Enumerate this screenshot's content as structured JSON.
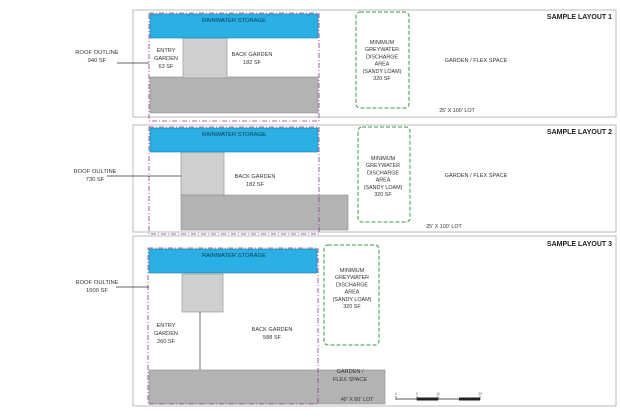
{
  "layouts": [
    {
      "heading": "SAMPLE LAYOUT 1",
      "lot": "25' X 100' LOT",
      "rainwater": "RAINWATER STORAGE",
      "roof": [
        "ROOF OUTLINE",
        "940 SF"
      ],
      "entry": [
        "ENTRY",
        "GARDEN",
        "63 SF"
      ],
      "back": [
        "BACK GARDEN",
        "182 SF"
      ],
      "greywater": [
        "MINIMUM",
        "GREYWATER",
        "DISCHARGE",
        "AREA",
        "(SANDY LOAM)",
        "320 SF"
      ],
      "flex": [
        "GARDEN / FLEX SPACE"
      ]
    },
    {
      "heading": "SAMPLE LAYOUT 2",
      "lot": "25' X 100' LOT",
      "rainwater": "RAINWATER STORAGE",
      "roof": [
        "ROOF OULTINE",
        "730 SF"
      ],
      "back": [
        "BACK GARDEN",
        "182 SF"
      ],
      "greywater": [
        "MINIMUM",
        "GREYWATER",
        "DISCHARGE",
        "AREA",
        "(SANDY LOAM)",
        "320 SF"
      ],
      "flex": [
        "GARDEN / FLEX SPACE"
      ]
    },
    {
      "heading": "SAMPLE LAYOUT 3",
      "lot": "40' X 60' LOT",
      "rainwater": "RAINWATER STORAGE",
      "roof": [
        "ROOF OULTINE",
        "1600 SF"
      ],
      "entry": [
        "ENTRY",
        "GARDEN",
        "260 SF"
      ],
      "back": [
        "BACK GARDEN",
        "588 SF"
      ],
      "greywater": [
        "MINIMUM",
        "GREYWATER",
        "DISCHARGE",
        "AREA",
        "(SANDY LOAM)",
        "320 SF"
      ],
      "flex": [
        "GARDEN /",
        "FLEX SPACE"
      ]
    }
  ],
  "scale_bar": {
    "ticks": [
      "0",
      "5",
      "10",
      "20"
    ]
  },
  "colors": {
    "rainwater": "#2ab0e4",
    "building": "#b3b3b3",
    "roof_outline": "#8b3a88",
    "greywater": "#3a9a4a",
    "lot_border": "#aaaaaa",
    "label_text": "#333333"
  }
}
